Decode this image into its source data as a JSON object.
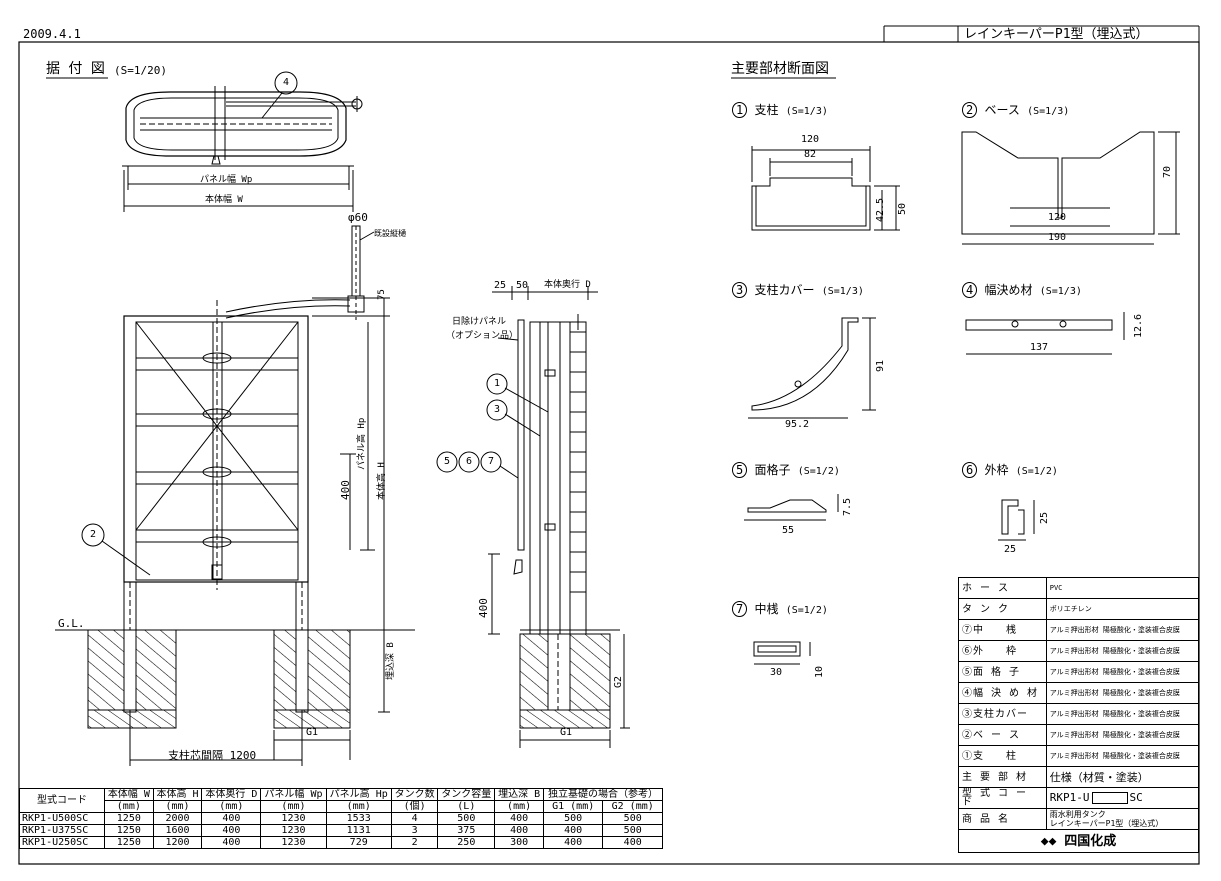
{
  "header": {
    "date": "2009.4.1",
    "title": "レインキーパーP1型（埋込式）"
  },
  "install": {
    "title": "据 付 図",
    "scale": "(S=1/20)",
    "panel_width": "パネル幅 Wp",
    "body_width": "本体幅 W",
    "phi": "φ60",
    "gutter": "既設縦樋",
    "dim75": "75",
    "panel_height": "パネル高 Hp",
    "body_height": "本体高 H",
    "dim400": "400",
    "gl": "G.L.",
    "embed": "埋込深 B",
    "g1": "G1",
    "span": "支柱芯間隔 1200",
    "top25": "25",
    "top50": "50",
    "depth": "本体奥行 D",
    "option1": "日除けパネル",
    "option2": "（オプション品）",
    "side400": "400",
    "g2": "G2",
    "g1b": "G1"
  },
  "callouts": [
    "1",
    "2",
    "3",
    "4",
    "5",
    "6",
    "7"
  ],
  "sections": {
    "title": "主要部材断面図",
    "s1": {
      "no": "1",
      "name": "支柱",
      "scale": "(S=1/3)",
      "w": "120",
      "inner": "82",
      "h1": "42.5",
      "h2": "50"
    },
    "s2": {
      "no": "2",
      "name": "ベース",
      "scale": "(S=1/3)",
      "h": "70",
      "w1": "120",
      "w2": "190"
    },
    "s3": {
      "no": "3",
      "name": "支柱カバー",
      "scale": "(S=1/3)",
      "h": "91",
      "w": "95.2"
    },
    "s4": {
      "no": "4",
      "name": "幅決め材",
      "scale": "(S=1/3)",
      "h": "12.6",
      "w": "137"
    },
    "s5": {
      "no": "5",
      "name": "面格子",
      "scale": "(S=1/2)",
      "h": "7.5",
      "w": "55"
    },
    "s6": {
      "no": "6",
      "name": "外枠",
      "scale": "(S=1/2)",
      "h": "25",
      "w": "25"
    },
    "s7": {
      "no": "7",
      "name": "中桟",
      "scale": "(S=1/2)",
      "w": "30",
      "h": "10"
    }
  },
  "spec_table": {
    "headers": [
      "型式コード",
      "本体幅 W",
      "本体高 H",
      "本体奥行 D",
      "パネル幅 Wp",
      "パネル高 Hp",
      "タンク数",
      "タンク容量",
      "埋込深 B",
      "独立基礎の場合（参考）"
    ],
    "units": [
      "(mm)",
      "(mm)",
      "(mm)",
      "(mm)",
      "(mm)",
      "(個)",
      "(L)",
      "(mm)",
      "G1 (mm)",
      "G2 (mm)"
    ],
    "rows": [
      [
        "RKP1-U500SC",
        "1250",
        "2000",
        "400",
        "1230",
        "1533",
        "4",
        "500",
        "400",
        "500",
        "500"
      ],
      [
        "RKP1-U375SC",
        "1250",
        "1600",
        "400",
        "1230",
        "1131",
        "3",
        "375",
        "400",
        "400",
        "500"
      ],
      [
        "RKP1-U250SC",
        "1250",
        "1200",
        "400",
        "1230",
        "729",
        "2",
        "250",
        "300",
        "400",
        "400"
      ]
    ]
  },
  "materials": {
    "rows": [
      {
        "name": "ホ ー ス",
        "spec": "PVC"
      },
      {
        "name": "タ ン ク",
        "spec": "ポリエチレン"
      },
      {
        "name": "⑦中　　桟",
        "spec": "アルミ押出形材 陽極酸化・塗装複合皮膜"
      },
      {
        "name": "⑥外　　枠",
        "spec": "アルミ押出形材 陽極酸化・塗装複合皮膜"
      },
      {
        "name": "⑤面 格 子",
        "spec": "アルミ押出形材 陽極酸化・塗装複合皮膜"
      },
      {
        "name": "④幅 決 め 材",
        "spec": "アルミ押出形材 陽極酸化・塗装複合皮膜"
      },
      {
        "name": "③支柱カバー",
        "spec": "アルミ押出形材 陽極酸化・塗装複合皮膜"
      },
      {
        "name": "②ベ ー ス",
        "spec": "アルミ押出形材 陽極酸化・塗装複合皮膜"
      },
      {
        "name": "①支　　柱",
        "spec": "アルミ押出形材 陽極酸化・塗装複合皮膜"
      }
    ],
    "main_label": "主 要 部 材",
    "main_value": "仕様（材質・塗装）",
    "model_label": "型 式 コ ー ド",
    "model_value1": "RKP1-U",
    "model_value2": "SC",
    "product_label": "商 品 名",
    "product_value1": "雨水利用タンク",
    "product_value2": "レインキーパーP1型（埋込式）",
    "maker": "四国化成"
  }
}
